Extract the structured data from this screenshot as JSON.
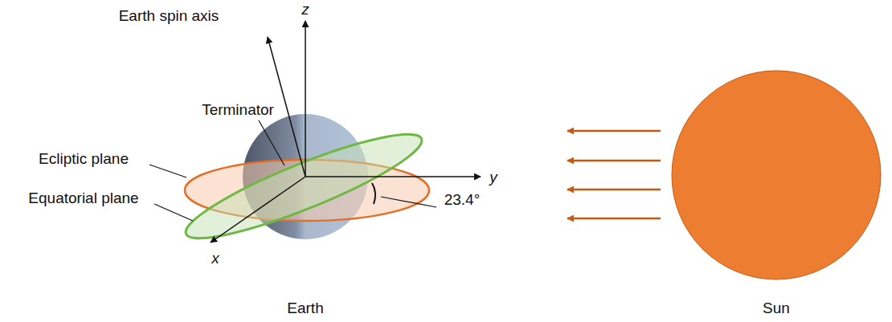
{
  "diagram": {
    "labels": [
      "Earth spin axis",
      "z",
      "Terminator",
      "Ecliptic plane",
      "y",
      "23.4°",
      "Equatorial plane",
      "x",
      "Earth",
      "Sun"
    ]
  }
}
